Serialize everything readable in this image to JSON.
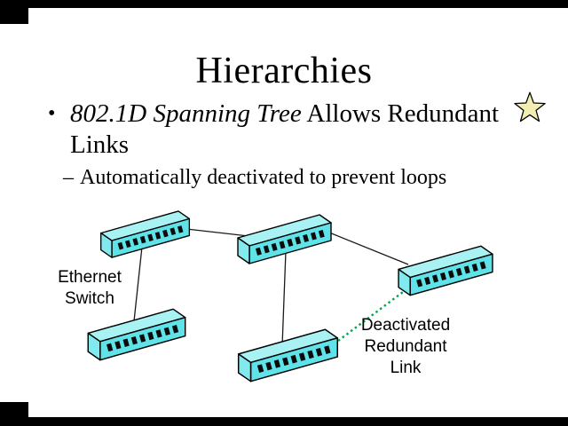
{
  "slide": {
    "title": "Hierarchies",
    "bullet": {
      "marker": "•",
      "line1_italic": "802.1D Spanning Tree",
      "line1_rest": " Allows Redundant",
      "line2": "Links"
    },
    "sub_bullet": {
      "marker": "–",
      "text": "Automatically deactivated to prevent loops"
    }
  },
  "diagram": {
    "ethernet_label": [
      "Ethernet",
      "Switch"
    ],
    "deactivated_label": [
      "Deactivated",
      "Redundant",
      "Link"
    ]
  },
  "icons": {
    "star": "five-pointed-star",
    "switch": "isometric-ethernet-switch-box-with-port-row"
  },
  "colors": {
    "slide_bg": "#FFFFFF",
    "frame_bg": "#000000",
    "text": "#000000",
    "switch_fill_top": "#A9F2F4",
    "switch_fill_front": "#5FE2E8",
    "switch_fill_side": "#82EAEE",
    "link_line": "#1A1A1A",
    "deactivated_link": "#00A551",
    "star_fill": "#F2EDB0",
    "star_stroke": "#000000"
  }
}
